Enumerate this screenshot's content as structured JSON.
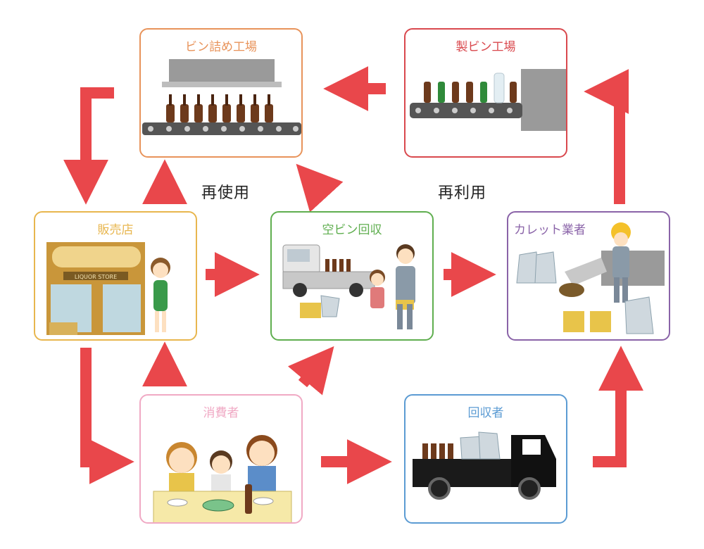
{
  "boxes": {
    "bottling_plant": {
      "title": "ビン詰め工場",
      "color": "#e8935a"
    },
    "glass_plant": {
      "title": "製ビン工場",
      "color": "#d9484d"
    },
    "store": {
      "title": "販売店",
      "color": "#e8b64e",
      "sign": "LIQUOR STORE"
    },
    "empty_collection": {
      "title": "空ビン回収",
      "color": "#5fae4f"
    },
    "cullet": {
      "title": "カレット業者",
      "color": "#8a63a8"
    },
    "consumer": {
      "title": "消費者",
      "color": "#f0a9c4"
    },
    "collector": {
      "title": "回収者",
      "color": "#5b9bd3"
    }
  },
  "labels": {
    "reuse": "再使用",
    "recycle": "再利用"
  },
  "colors": {
    "arrow": "#e9474b"
  }
}
